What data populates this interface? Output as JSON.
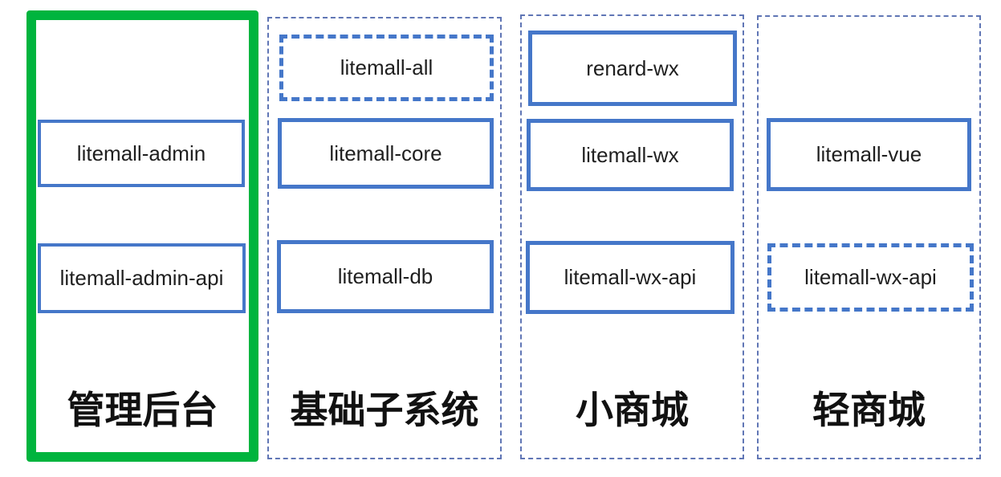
{
  "columns": [
    {
      "title": "管理后台",
      "modules": [
        {
          "label": "litemall-admin",
          "border_style": "solid"
        },
        {
          "label": "litemall-admin-api",
          "border_style": "solid"
        }
      ],
      "container_border": "green-solid-thick"
    },
    {
      "title": "基础子系统",
      "modules": [
        {
          "label": "litemall-all",
          "border_style": "dashed"
        },
        {
          "label": "litemall-core",
          "border_style": "solid"
        },
        {
          "label": "litemall-db",
          "border_style": "solid"
        }
      ],
      "container_border": "blue-dashed"
    },
    {
      "title": "小商城",
      "modules": [
        {
          "label": "renard-wx",
          "border_style": "solid"
        },
        {
          "label": "litemall-wx",
          "border_style": "solid"
        },
        {
          "label": "litemall-wx-api",
          "border_style": "solid"
        }
      ],
      "container_border": "blue-dashed"
    },
    {
      "title": "轻商城",
      "modules": [
        {
          "label": "litemall-vue",
          "border_style": "solid"
        },
        {
          "label": "litemall-wx-api",
          "border_style": "dashed"
        }
      ],
      "container_border": "blue-dashed"
    }
  ],
  "colors": {
    "highlight_green": "#00b43e",
    "module_border_blue": "#4577c9",
    "container_dash_blue": "#6076b5",
    "text_color": "#1f1f1f"
  }
}
